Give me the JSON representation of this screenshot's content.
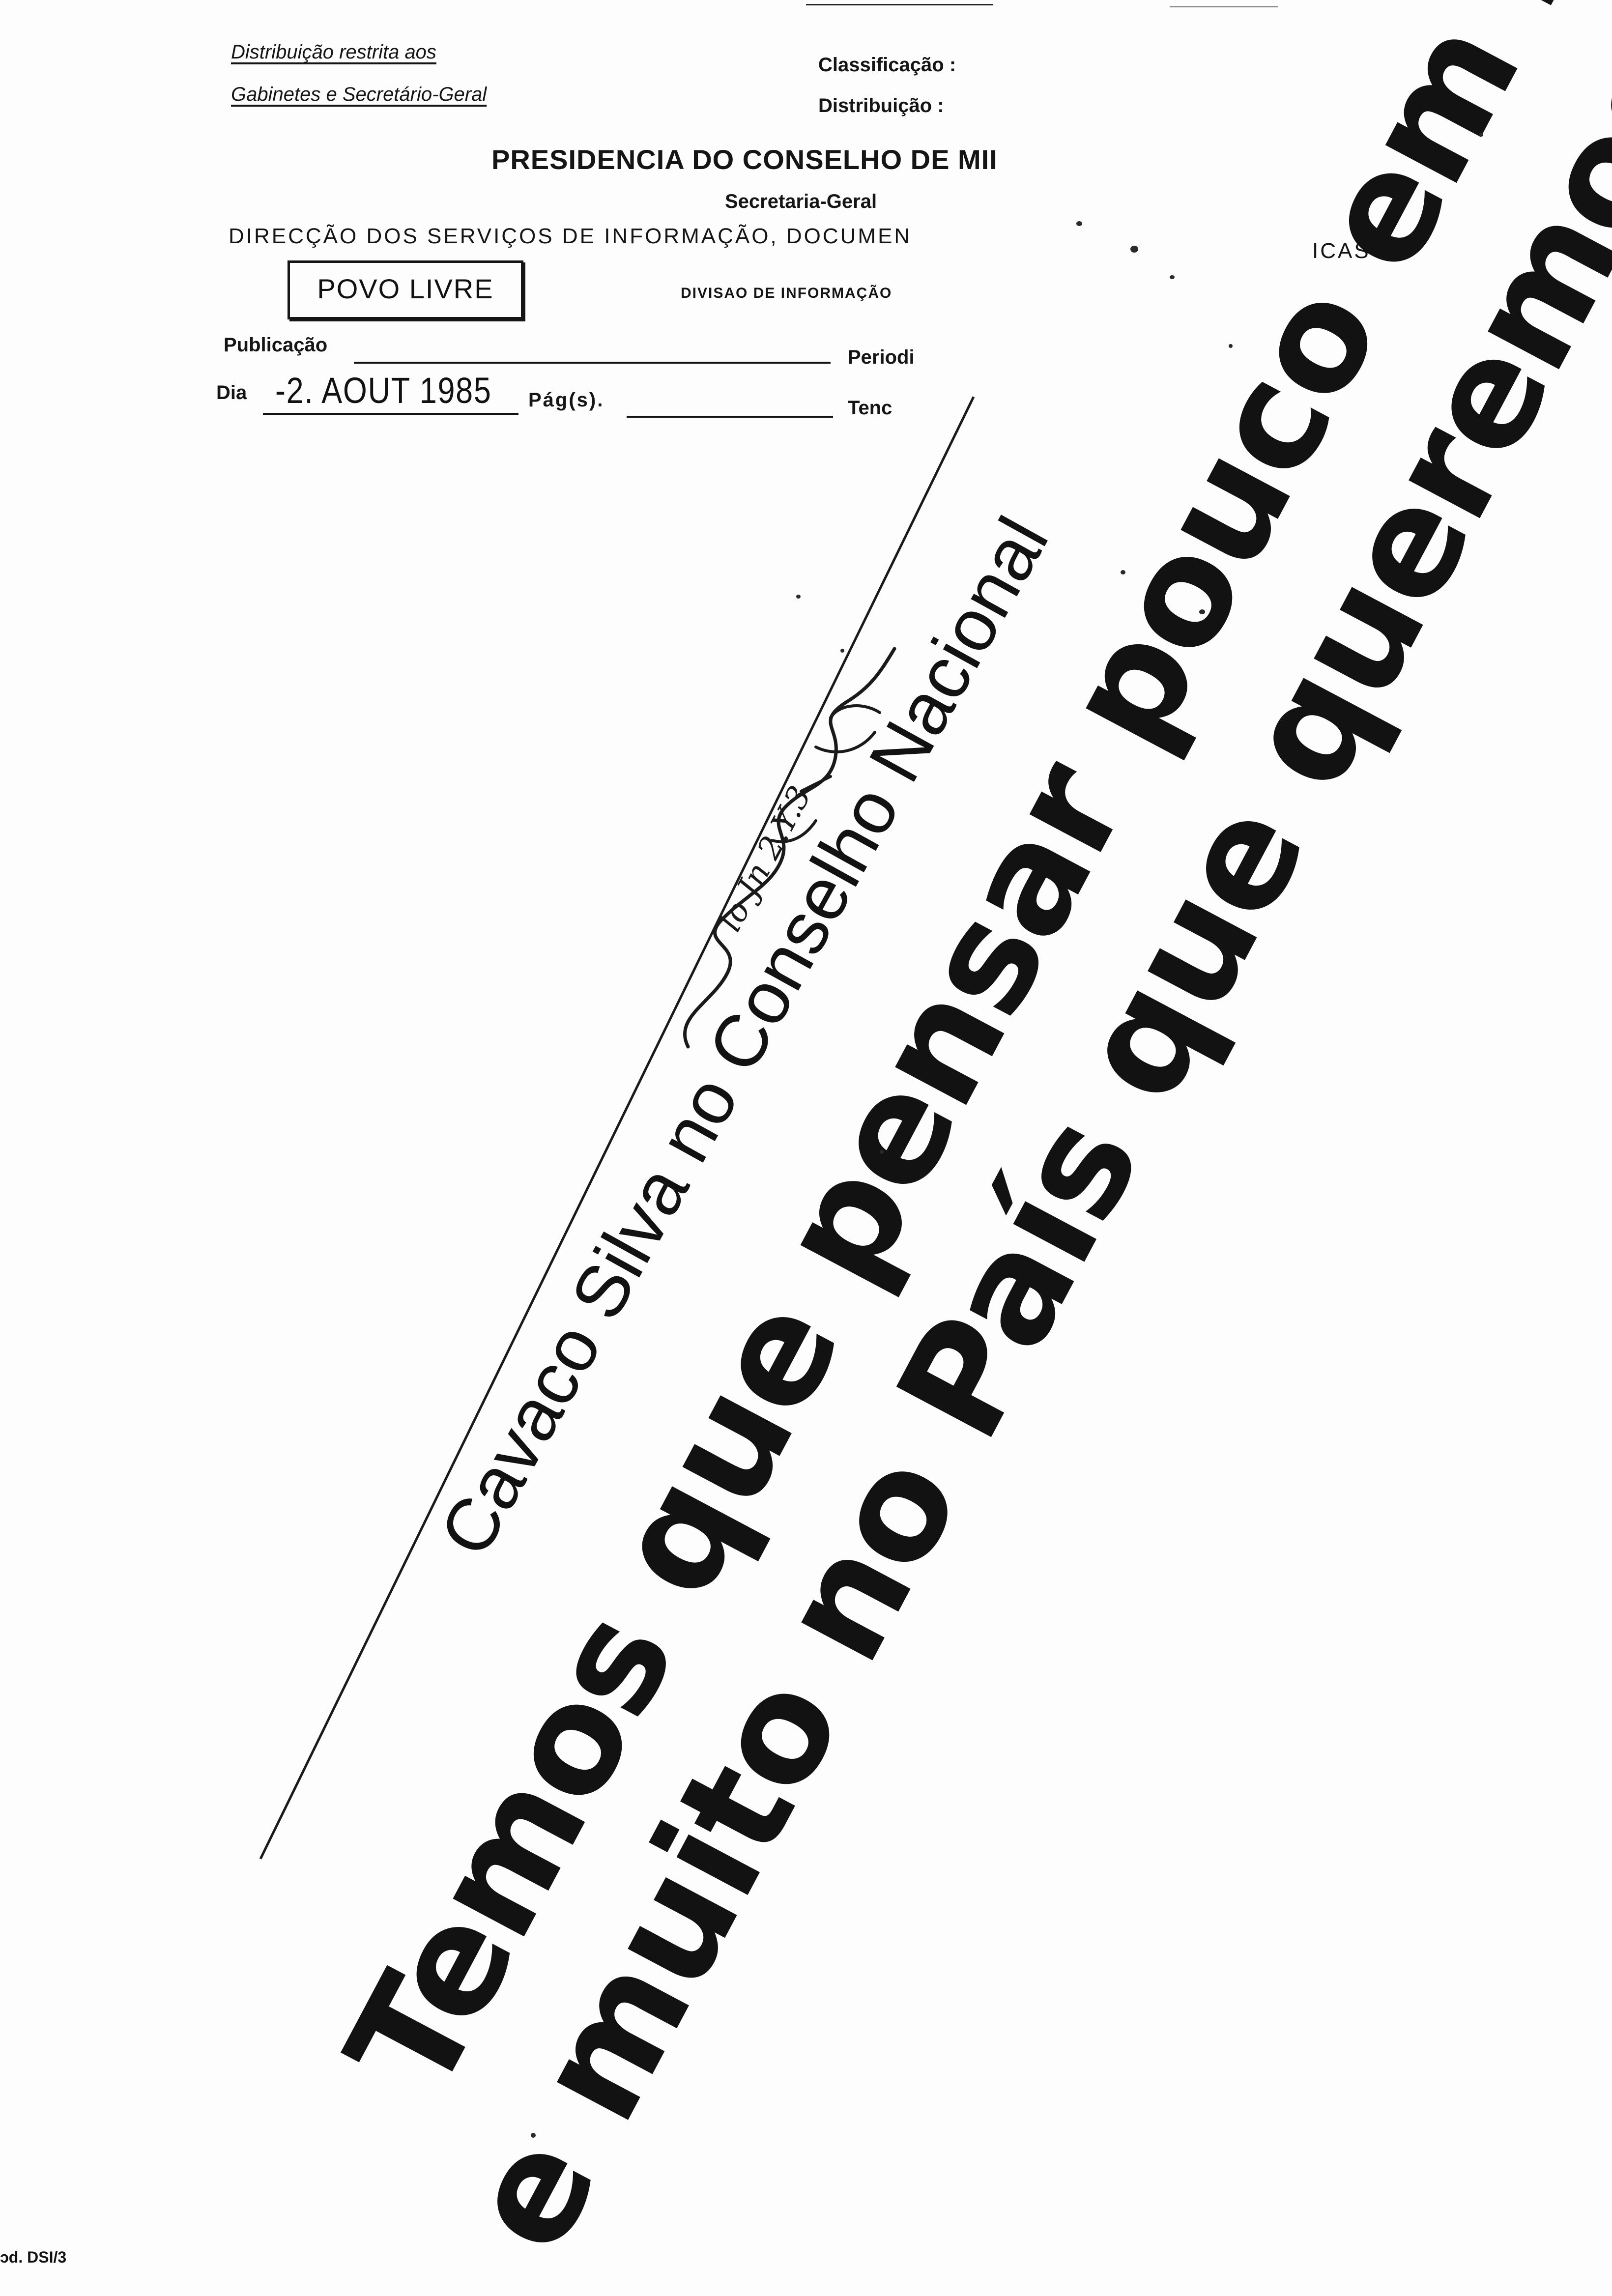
{
  "header": {
    "distribution_line1": "Distribuição restrita aos",
    "distribution_line2": "Gabinetes e Secretário-Geral",
    "classification_label": "Classificação :",
    "distribution_label": "Distribuição :",
    "title": "PRESIDENCIA DO CONSELHO DE MII",
    "secretariat": "Secretaria-Geral",
    "direction": "DIRECÇÃO DOS SERVIÇOS DE INFORMAÇÃO, DOCUMEN",
    "direction_tail": "ICAS",
    "division": "DIVISAO DE INFORMAÇÃO",
    "source_stamp": "POVO LIVRE"
  },
  "form": {
    "publication_label": "Publicação",
    "periodicity_label": "Periodi",
    "day_label": "Dia",
    "day_value": "-2. AOUT 1985",
    "pages_label": "Pág(s).",
    "tendency_label": "Tenc"
  },
  "article": {
    "kicker": "Cavaco Silva no Conselho Nacional",
    "headline_line1": "Temos que pensar pouco em nós",
    "headline_line2": "e muito no País que queremos servir"
  },
  "annotation": {
    "handwritten": "lo Jn 2.Y.3"
  },
  "footer": {
    "form_code": "ɔd. DSI/3"
  }
}
